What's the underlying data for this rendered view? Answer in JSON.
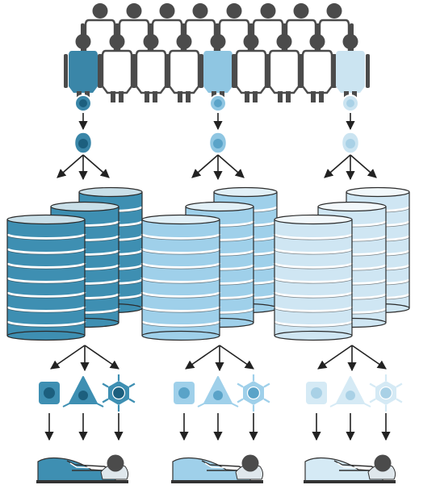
{
  "figure": {
    "colors": {
      "person": "#4b4b4b",
      "arrow": "#222222",
      "white": "#ffffff",
      "bed": "#333333",
      "pillow": "#dfe7ec"
    },
    "columns": [
      {
        "id": "donor-1",
        "donor_color": "#3a86a8",
        "disk_color": "#3e8fb2",
        "disk_top": "#c9dfe8",
        "cell_color": "#3e8fb2",
        "nucleus_color": "#1c5f7e",
        "cell_types": [
          "square-cell-icon",
          "triangle-cell-icon",
          "hexagon-cell-icon"
        ]
      },
      {
        "id": "donor-2",
        "donor_color": "#8fc6e2",
        "disk_color": "#9fd0ea",
        "disk_top": "#e2f0f7",
        "cell_color": "#9fd0ea",
        "nucleus_color": "#5aa3c8",
        "cell_types": [
          "square-cell-icon",
          "triangle-cell-icon",
          "hexagon-cell-icon"
        ]
      },
      {
        "id": "donor-3",
        "donor_color": "#cbe4f1",
        "disk_color": "#cfe6f3",
        "disk_top": "#f2f8fb",
        "cell_color": "#d5eaf5",
        "nucleus_color": "#a9d1e6",
        "cell_types": [
          "square-cell-icon",
          "triangle-cell-icon",
          "hexagon-cell-icon"
        ]
      }
    ],
    "population": {
      "back_row_count": 8,
      "front_row_count": 9,
      "highlighted_front_positions": [
        0,
        4,
        8
      ]
    },
    "stacks_per_column": 3
  }
}
